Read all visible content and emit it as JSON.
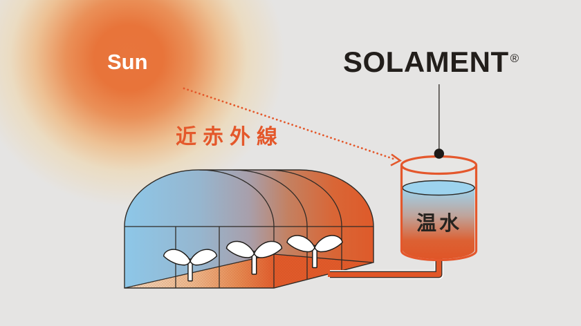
{
  "page": {
    "background_color": "#e5e4e3"
  },
  "sun": {
    "label": "Sun",
    "core_color": "#e8743a",
    "label_color": "#ffffff"
  },
  "brand": {
    "name": "SOLAMENT",
    "registered_mark": "®",
    "text_color": "#221e1b"
  },
  "annotations": {
    "near_infrared_label": "近赤外線",
    "accent_color": "#e4582b",
    "arrow_style": "dotted"
  },
  "greenhouse": {
    "cool_side_color": "#8dc7e8",
    "warm_side_color": "#de5a2a",
    "floor_color": "#e05a2a",
    "plant_count": 3
  },
  "tank": {
    "label": "温水",
    "outline_color": "#e4572c",
    "water_surface_color": "#9dd3ee",
    "water_bottom_color": "#e05426"
  }
}
